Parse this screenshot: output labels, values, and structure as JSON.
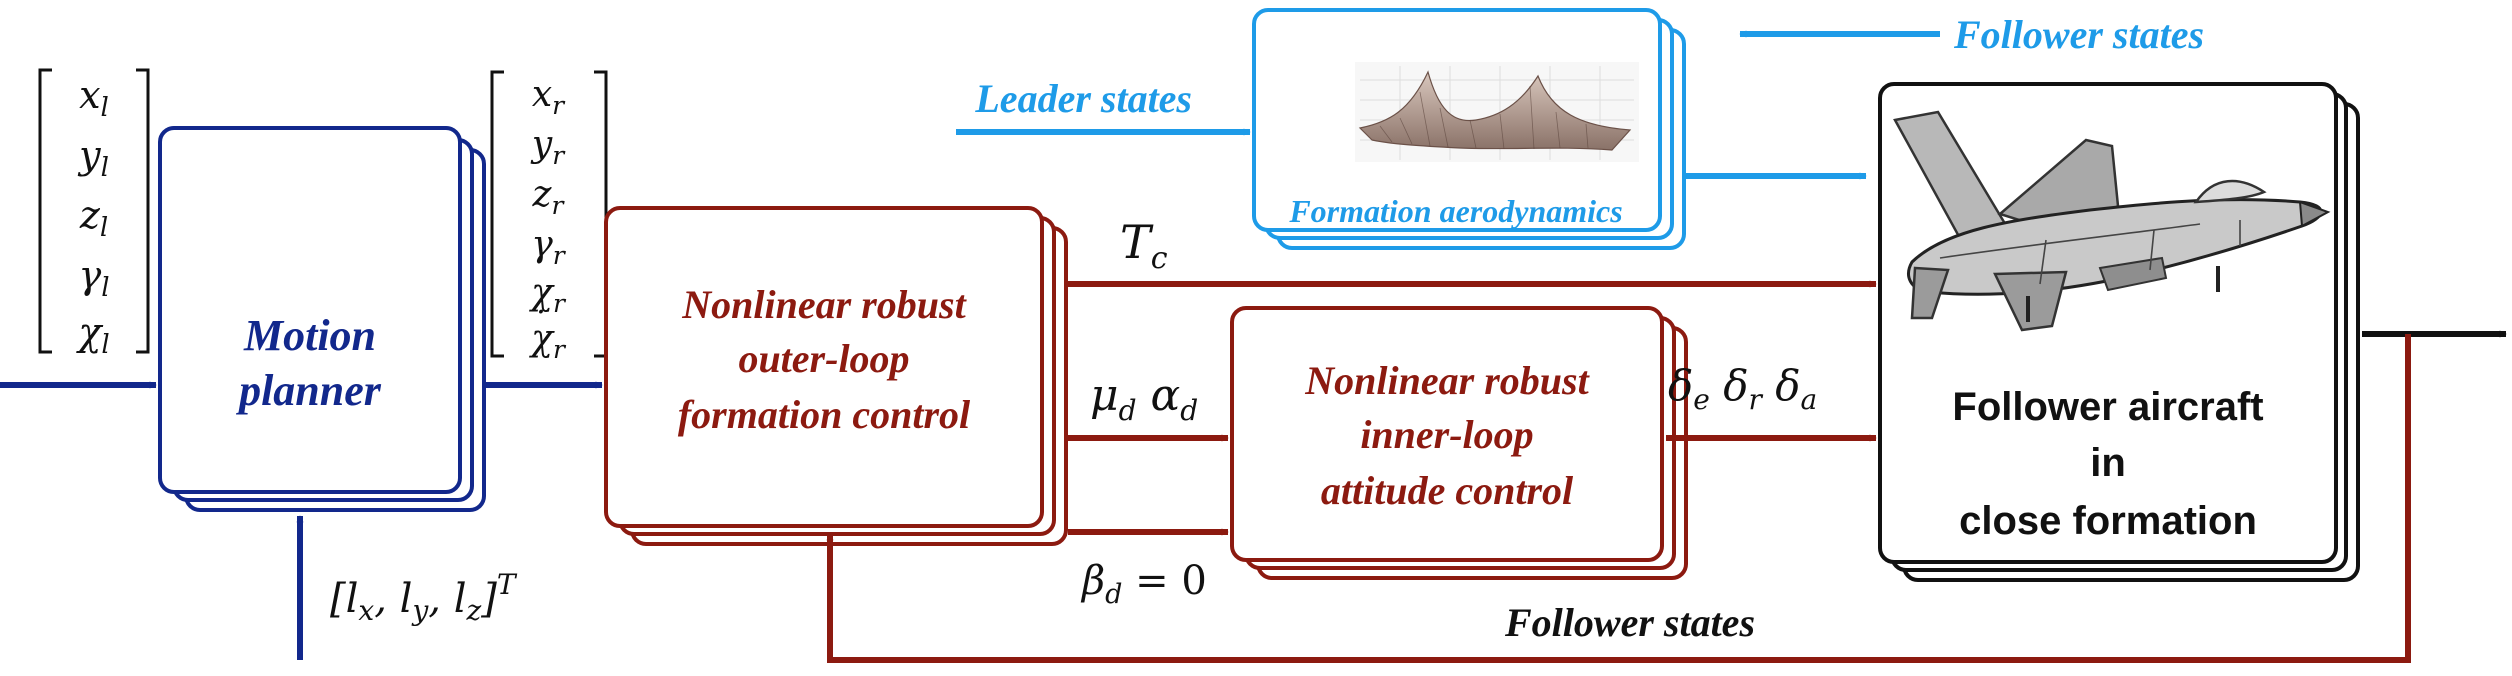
{
  "colors": {
    "blue": "#12288c",
    "red": "#8c1a10",
    "cyan": "#1e9be8",
    "black": "#111111"
  },
  "motion_planner": {
    "line1": "Motion",
    "line2": "planner",
    "input_vector": [
      "x_l",
      "y_l",
      "z_l",
      "γ_l",
      "χ_l"
    ],
    "output_vector": [
      "x_r",
      "y_r",
      "z_r",
      "γ_r",
      "χ_r",
      "χ̇_r"
    ],
    "bottom_input": "[l_x, l_y, l_z]^T"
  },
  "outer_loop": {
    "line1": "Nonlinear robust",
    "line2": "outer-loop",
    "line3": "formation control"
  },
  "inner_loop": {
    "line1": "Nonlinear robust",
    "line2": "inner-loop",
    "line3": "attitude control"
  },
  "aero": {
    "label": "Formation aerodynamics",
    "leader_label": "Leader states",
    "follower_label": "Follower states"
  },
  "aircraft": {
    "line1": "Follower aircraft",
    "line2": "in",
    "line3": "close formation"
  },
  "signals": {
    "thrust": "T_c",
    "mu": "μ_d",
    "alpha": "α_d",
    "beta": "β_d = 0",
    "delta_e": "δ_e",
    "delta_r": "δ_r",
    "delta_a": "δ_a"
  },
  "feedback": {
    "label": "Follower states"
  },
  "icons": [
    "jet-aircraft-icon",
    "aero-surface-plot-icon"
  ]
}
